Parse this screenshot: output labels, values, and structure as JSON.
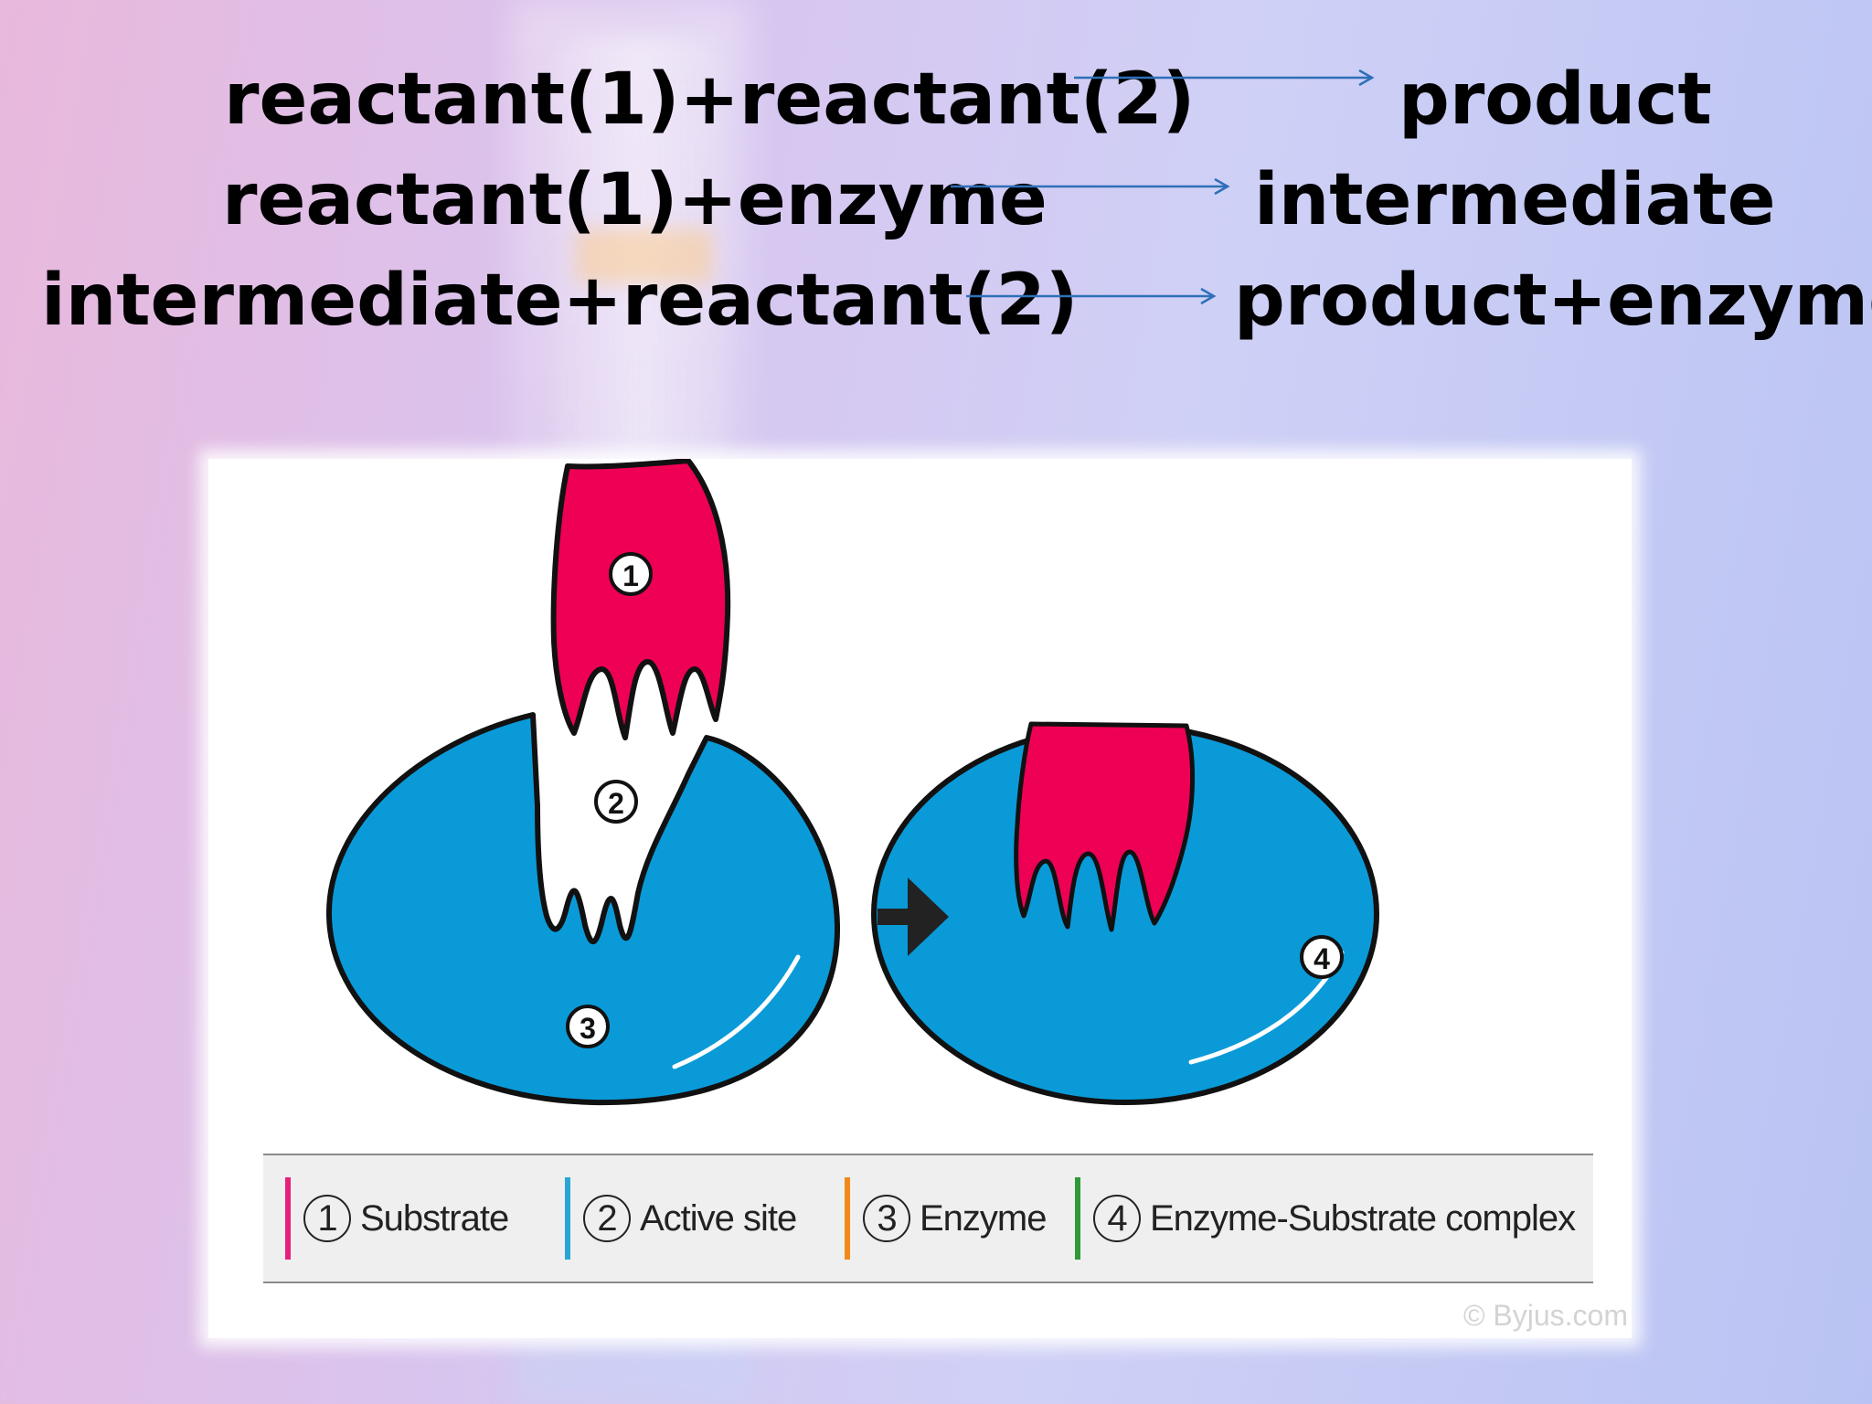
{
  "equations": [
    {
      "left": "reactant(1)+reactant(2)",
      "right": "product"
    },
    {
      "left": "reactant(1)+enzyme",
      "right": "intermediate"
    },
    {
      "left": "intermediate+reactant(2)",
      "right": "product+enzyme"
    }
  ],
  "diagram": {
    "labels": [
      "1",
      "2",
      "3",
      "4"
    ],
    "colors": {
      "substrate": "#ee0055",
      "enzyme": "#0a9ad8",
      "outline": "#111111"
    }
  },
  "legend": [
    {
      "num": "1",
      "label": "Substrate",
      "color": "#e8207c"
    },
    {
      "num": "2",
      "label": "Active site",
      "color": "#29a6d6"
    },
    {
      "num": "3",
      "label": "Enzyme",
      "color": "#f08a1c"
    },
    {
      "num": "4",
      "label": "Enzyme-Substrate complex",
      "color": "#2c9a36"
    }
  ],
  "credit": "© Byjus.com"
}
